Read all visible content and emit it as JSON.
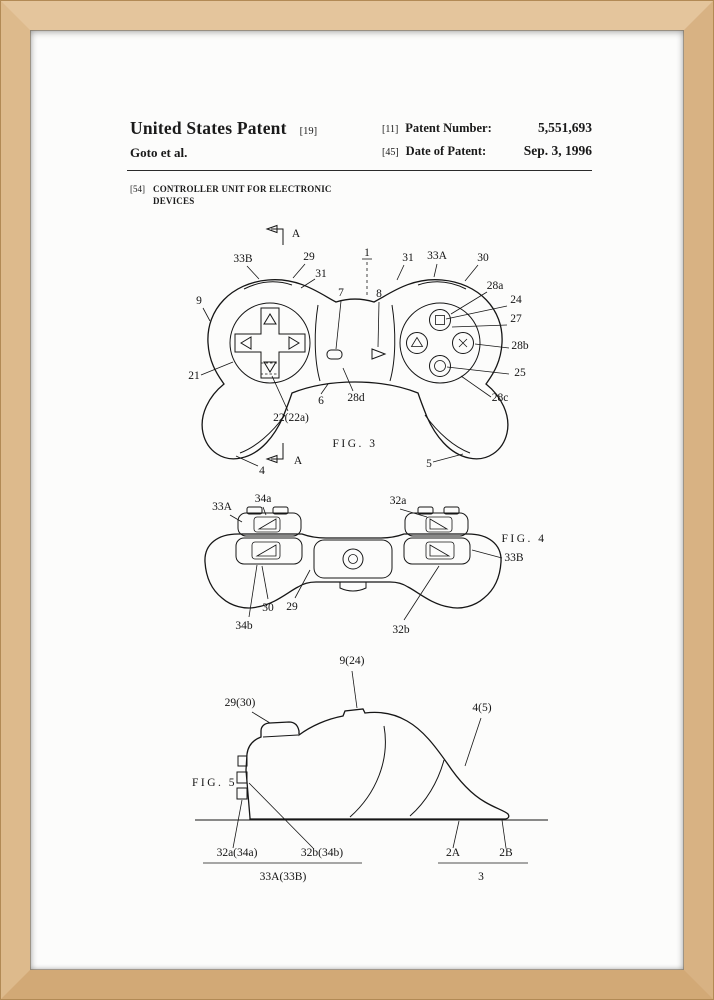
{
  "header": {
    "title": "United States Patent",
    "kind_code": "[19]",
    "inventor": "Goto et al.",
    "number_code": "[11]",
    "number_label": "Patent Number:",
    "number_value": "5,551,693",
    "date_code": "[45]",
    "date_label": "Date of Patent:",
    "date_value": "Sep. 3, 1996"
  },
  "title_block": {
    "code": "[54]",
    "title": "CONTROLLER UNIT FOR ELECTRONIC DEVICES"
  },
  "figures": {
    "fig3": {
      "caption": "FIG. 3",
      "refs": [
        "A",
        "33B",
        "29",
        "31",
        "9",
        "21",
        "22(22a)",
        "4",
        "A",
        "6",
        "28d",
        "7",
        "8",
        "1",
        "31",
        "33A",
        "30",
        "28a",
        "24",
        "27",
        "28b",
        "25",
        "28c",
        "5"
      ]
    },
    "fig4": {
      "caption": "FIG. 4",
      "refs": [
        "33A",
        "34a",
        "32a",
        "33B",
        "30",
        "29",
        "34b",
        "32b"
      ]
    },
    "fig5": {
      "caption": "FIG. 5",
      "refs": [
        "9(24)",
        "29(30)",
        "4(5)",
        "32a(34a)",
        "32b(34b)",
        "33A(33B)",
        "2A",
        "2B",
        "3"
      ]
    }
  },
  "colors": {
    "frame_wood": "#dcb888",
    "paper": "#fcfcfb",
    "ink": "#161616"
  }
}
